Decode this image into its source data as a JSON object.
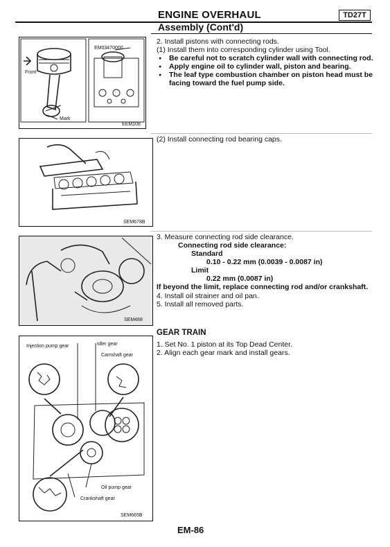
{
  "header": {
    "title": "ENGINE OVERHAUL",
    "model": "TD27T"
  },
  "section": {
    "title": "Assembly (Cont'd)"
  },
  "figures": [
    {
      "labels": {
        "front": "Front",
        "tool": "EM03470000",
        "mark": "Mark"
      },
      "code": "EEM108"
    },
    {
      "code": "SEM678B"
    },
    {
      "code": "SEM488"
    },
    {
      "labels": {
        "injection": "Injection pump gear",
        "idler": "Idler gear",
        "camshaft": "Camshaft gear",
        "oilpump": "Oil pump gear",
        "crankshaft": "Crankshaft gear"
      },
      "code": "SEM665B"
    }
  ],
  "step2": {
    "lines": [
      "2.  Install pistons with connecting rods.",
      "(1) Install them into corresponding cylinder using Tool."
    ],
    "bullets": [
      [
        "Be careful not to scratch cylinder wall with connecting rod."
      ],
      [
        "Apply engine oil to cylinder wall, piston and bearing."
      ],
      [
        "The leaf type combustion chamber on piston head must be",
        "facing toward the fuel pump side."
      ]
    ],
    "caps": "(2) Install connecting rod bearing caps."
  },
  "step3": {
    "line": "3.  Measure connecting rod side clearance.",
    "spec_title": "Connecting rod side clearance:",
    "standard_label": "Standard",
    "standard_value": "0.10 - 0.22 mm (0.0039 - 0.0087 in)",
    "limit_label": "Limit",
    "limit_value": "0.22 mm (0.0087 in)",
    "warning": "If beyond the limit, replace connecting rod and/or crankshaft.",
    "step4": "4.  Install oil strainer and oil pan.",
    "step5": "5.  Install all removed parts."
  },
  "gear_train": {
    "title": "GEAR TRAIN",
    "steps": [
      "1.  Set No. 1 piston at its Top Dead Center.",
      "2.  Align each gear mark and install gears."
    ]
  },
  "footer": {
    "page": "EM-86"
  }
}
